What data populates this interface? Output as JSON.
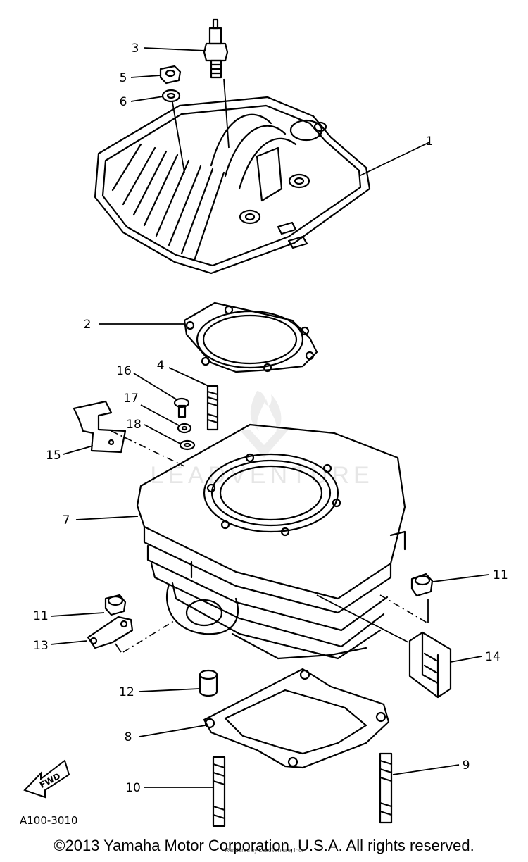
{
  "callouts": {
    "c1": "1",
    "c2": "2",
    "c3": "3",
    "c4": "4",
    "c5": "5",
    "c6": "6",
    "c7": "7",
    "c8": "8",
    "c9": "9",
    "c10": "10",
    "c11a": "11",
    "c11b": "11",
    "c12": "12",
    "c13": "13",
    "c14": "14",
    "c15": "15",
    "c16": "16",
    "c17": "17",
    "c18": "18"
  },
  "fwd_label": "FWD",
  "diagram_ref": "A100-3010",
  "watermark": {
    "brand": "LEADVENTURE",
    "rendered_by": "Rendered by LeadVenture, Inc."
  },
  "copyright": "©2013 Yamaha Motor Corporation, U.S.A. All rights reserved."
}
